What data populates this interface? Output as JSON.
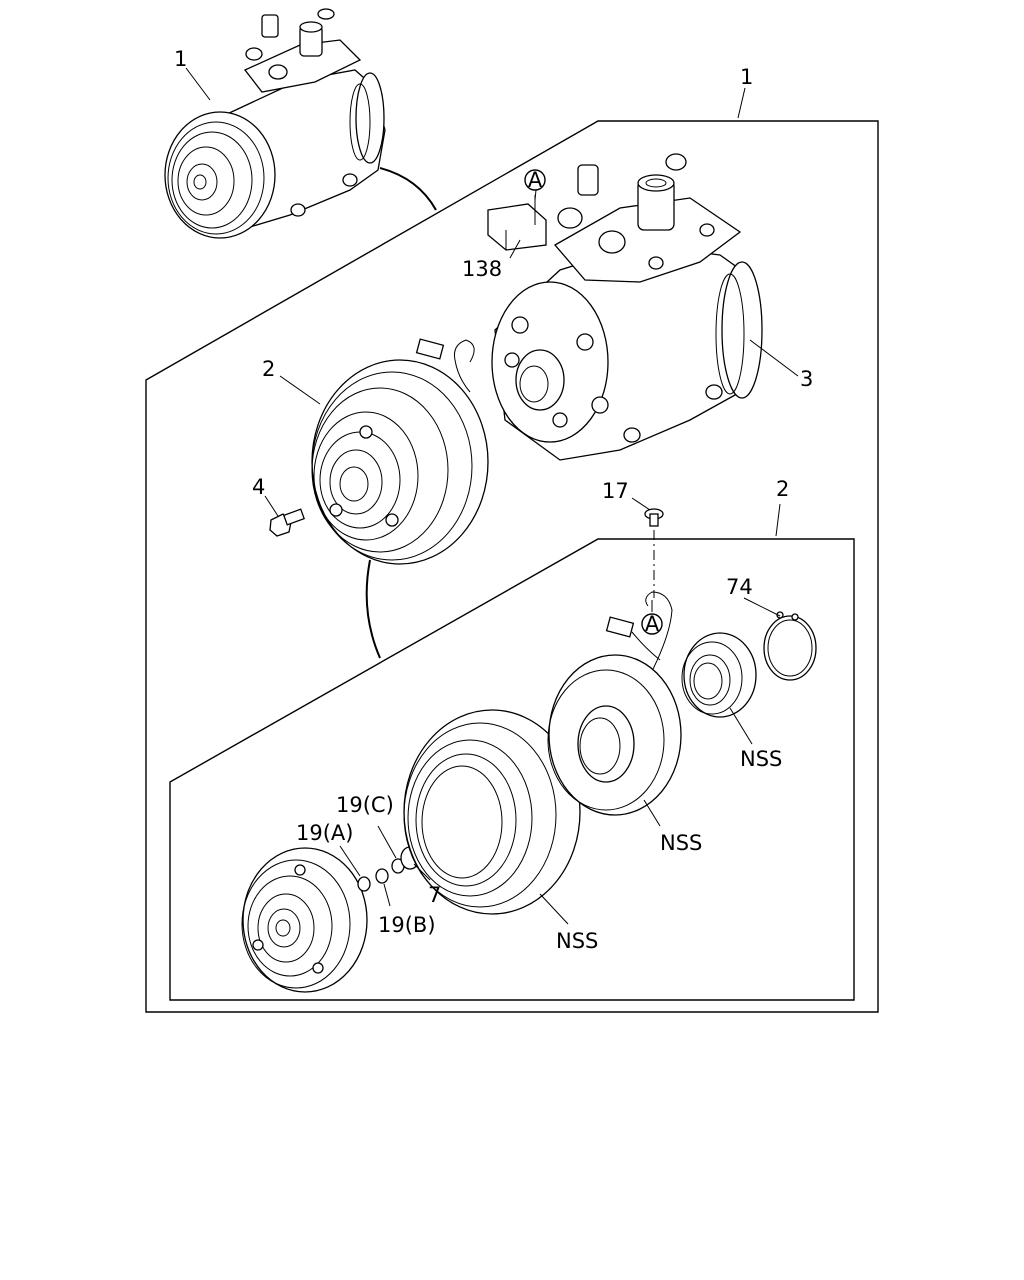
{
  "labels": {
    "compressor_assembly_top": "1",
    "compressor_assembly_group": "1",
    "clutch_assembly": "2",
    "clutch_assembly_group": "2",
    "compressor_body": "3",
    "bolt": "4",
    "bracket": "138",
    "screw": "17",
    "snap_ring": "74",
    "shim_a": "19(A)",
    "shim_b": "19(B)",
    "shim_c": "19(C)",
    "ring": "7",
    "nss_bearing": "NSS",
    "nss_coil": "NSS",
    "nss_pulley": "NSS",
    "ref_a_top": "A",
    "ref_a_lower": "A"
  }
}
